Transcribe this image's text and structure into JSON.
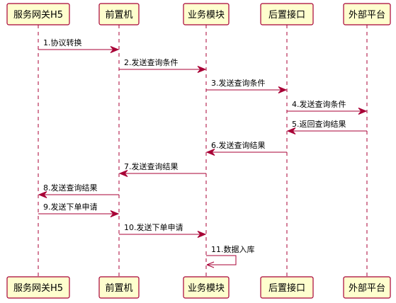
{
  "participants": [
    {
      "id": "gw",
      "label": "服务网关H5"
    },
    {
      "id": "front",
      "label": "前置机"
    },
    {
      "id": "biz",
      "label": "业务模块"
    },
    {
      "id": "back",
      "label": "后置接口"
    },
    {
      "id": "ext",
      "label": "外部平台"
    }
  ],
  "messages": [
    {
      "from": "gw",
      "to": "front",
      "label": "1.协议转换"
    },
    {
      "from": "front",
      "to": "biz",
      "label": "2.发送查询条件"
    },
    {
      "from": "biz",
      "to": "back",
      "label": "3.发送查询条件"
    },
    {
      "from": "back",
      "to": "ext",
      "label": "4.发送查询条件"
    },
    {
      "from": "ext",
      "to": "back",
      "label": "5.返回查询结果"
    },
    {
      "from": "back",
      "to": "biz",
      "label": "6.发送查询结果"
    },
    {
      "from": "biz",
      "to": "front",
      "label": "7.发送查询结果"
    },
    {
      "from": "front",
      "to": "gw",
      "label": "8.发送查询结果"
    },
    {
      "from": "gw",
      "to": "front",
      "label": "9.发送下单申请"
    },
    {
      "from": "front",
      "to": "biz",
      "label": "10.发送下单申请"
    },
    {
      "from": "biz",
      "to": "biz",
      "label": "11.数据入库"
    }
  ],
  "colors": {
    "box_fill": "#FEFECE",
    "line": "#A80036"
  }
}
